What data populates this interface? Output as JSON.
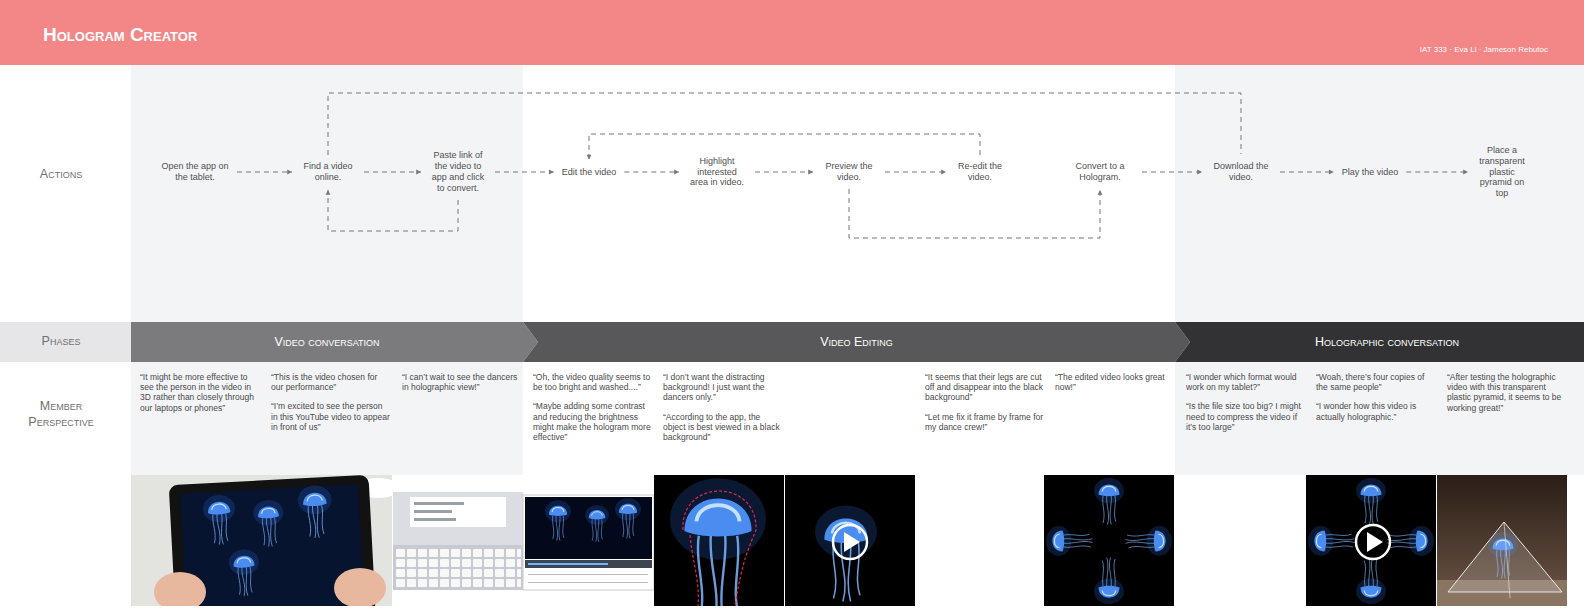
{
  "diagram": {
    "title": "Hologram Creator",
    "nodes": [
      {
        "text": [
          "Open the app on the tablet."
        ]
      },
      {
        "text": [
          "Find a video online."
        ]
      },
      {
        "text": [
          "Paste link of the video to app and click to convert."
        ]
      },
      {
        "text": [
          "Edit the video"
        ]
      },
      {
        "text": [
          "Highlight interested area in video."
        ]
      },
      {
        "text": [
          "Preview the video."
        ]
      },
      {
        "text": [
          "Re-edit the video."
        ]
      },
      {
        "text": [
          "Convert to a Hologram."
        ]
      },
      {
        "text": [
          "Download the video."
        ]
      },
      {
        "text": [
          "Play the video"
        ]
      },
      {
        "text": [
          "Place a transparent plastic pyramid on top"
        ]
      },
      {
        "text": [
          "Video conversation"
        ]
      },
      {
        "text": [
          "Video Editing"
        ]
      },
      {
        "text": [
          "Holographic conversation"
        ]
      }
    ],
    "edges": [
      {
        "from": 0,
        "to": 1,
        "arrow": "to"
      },
      {
        "from": 1,
        "to": 2,
        "arrow": "to"
      },
      {
        "from": 2,
        "to": 1,
        "arrow": "to"
      },
      {
        "from": 2,
        "to": 3,
        "arrow": "to"
      },
      {
        "from": 3,
        "to": 4,
        "arrow": "to"
      },
      {
        "from": 4,
        "to": 5,
        "arrow": "to"
      },
      {
        "from": 5,
        "to": 6,
        "arrow": "to"
      },
      {
        "from": 6,
        "to": 3,
        "arrow": "to"
      },
      {
        "from": 5,
        "to": 7,
        "arrow": "to"
      },
      {
        "from": 7,
        "to": 8,
        "arrow": "to"
      },
      {
        "from": 1,
        "to": 8,
        "arrow": "none"
      },
      {
        "from": 8,
        "to": 9,
        "arrow": "to"
      },
      {
        "from": 9,
        "to": 10,
        "arrow": "to"
      }
    ],
    "labels": [
      "IAT 333 · Eva Li · Jameson Rebutoc",
      "Actions",
      "Phases",
      "Member Perspective",
      "“It might be more effective to see the person in the video in 3D rather than closely through our laptops or phones”",
      "“This is the video chosen for our performance”",
      "“I’m excited to see the person in this YouTube video to appear in front of us”",
      "“I can’t wait to see the dancers in holographic view!”",
      "“Oh, the video quality seems to be too bright and washed....”",
      "“Maybe adding some contrast and reducing the brightness might make the hologram more effective”",
      "“I don’t want the distracting background! I just want the dancers only.”",
      "“According to the app, the object is best viewed in a black background”",
      "“It seems that their legs are cut off and disappear into the black background”",
      "“Let me fix it frame by frame for my dance crew!”",
      "“The edited video looks great now!”",
      "“I wonder which format would work on my tablet?”",
      "“Is the file size too big? I might need to compress the video if it’s too large”",
      "“Woah, there’s four copies of the same people”",
      "“I wonder how this video is actually holographic.”",
      "“After testing the holographic video with this transparent plastic pyramid, it seems to be working great!”"
    ]
  }
}
